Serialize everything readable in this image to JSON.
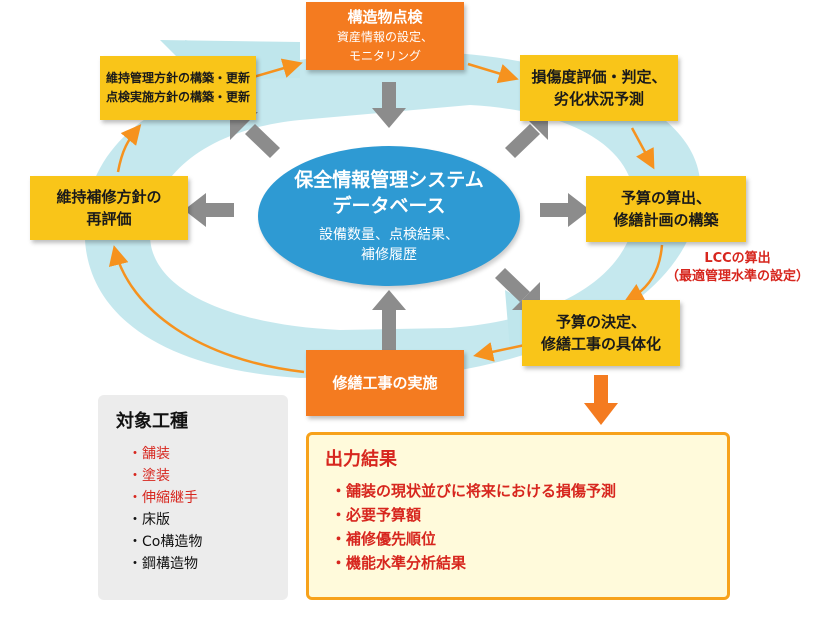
{
  "center": {
    "title_line1": "保全情報管理システム",
    "title_line2": "データベース",
    "sub_line1": "設備数量、点検結果、",
    "sub_line2": "補修履歴"
  },
  "nodes": {
    "inspection": {
      "title": "構造物点検",
      "line1": "資産情報の設定、",
      "line2": "モニタリング"
    },
    "damage_eval": {
      "line1": "損傷度評価・判定、",
      "line2": "劣化状況予測"
    },
    "budget_calc": {
      "line1": "予算の算出、",
      "line2": "修繕計画の構築"
    },
    "budget_decide": {
      "line1": "予算の決定、",
      "line2": "修繕工事の具体化"
    },
    "repair_work": {
      "line1": "修繕工事の実施"
    },
    "policy_reeval": {
      "line1": "維持補修方針の",
      "line2": "再評価"
    },
    "policy_update": {
      "line1": "維持管理方針の構築・更新",
      "line2": "点検実施方針の構築・更新"
    }
  },
  "lcc": {
    "line1": "LCCの算出",
    "line2": "（最適管理水準の設定）"
  },
  "targets": {
    "title": "対象工種",
    "items": [
      "・舗装",
      "・塗装",
      "・伸縮継手",
      "・床版",
      "・Co構造物",
      "・鋼構造物"
    ]
  },
  "output": {
    "title": "出力結果",
    "items": [
      "・舗装の現状並びに将来における損傷予測",
      "・必要予算額",
      "・補修優先順位",
      "・機能水準分析結果"
    ]
  },
  "colors": {
    "ring": "#bfe6ec",
    "yellow_box": "#f9c519",
    "orange_box": "#f47b20",
    "center_oval": "#2e9ad3",
    "gray_arrow": "#8c8c8c",
    "orange_arrow": "#f6921e",
    "red_text": "#d7261e"
  }
}
